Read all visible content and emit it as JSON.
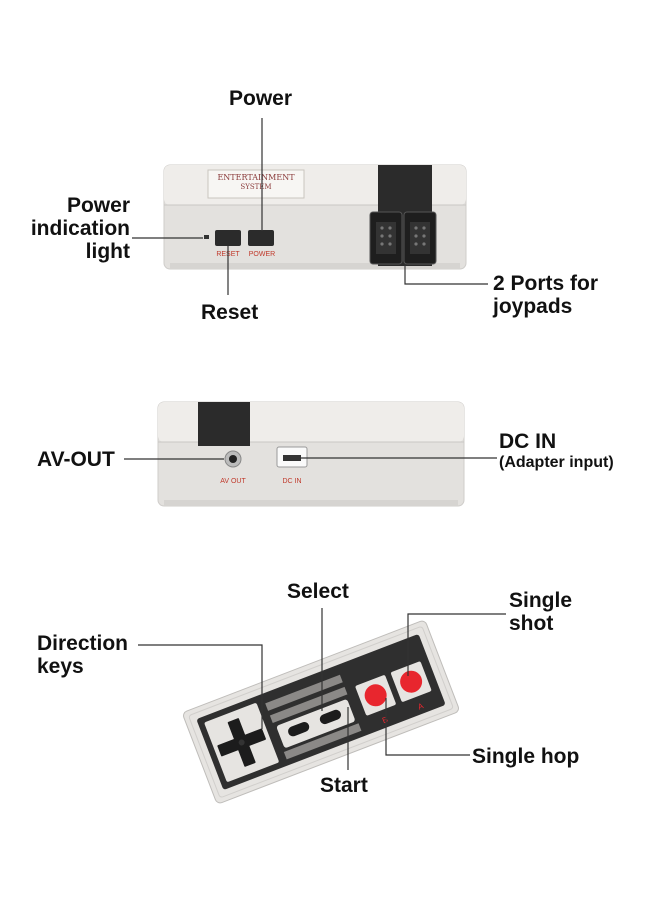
{
  "colors": {
    "console_body": "#e4e2df",
    "console_top": "#efedea",
    "dark_block": "#2b2b2b",
    "accent_red": "#e8262e",
    "label_text": "#111111"
  },
  "console_top_view": {
    "badge_line1": "ENTERTAINMENT",
    "badge_line2": "SYSTEM",
    "reset_marking": "RESET",
    "power_marking": "POWER",
    "label_power": "Power",
    "label_power_light": "Power\nindication\nlight",
    "label_reset": "Reset",
    "label_ports": "2 Ports for\njoypads"
  },
  "console_back_view": {
    "av_marking": "AV OUT",
    "dc_marking": "DC IN",
    "label_av_out": "AV-OUT",
    "label_dc_in": "DC IN",
    "label_adapter": "(Adapter input)"
  },
  "controller_view": {
    "b_marking": "B",
    "a_marking": "A",
    "label_select": "Select",
    "label_direction": "Direction\nkeys",
    "label_single_shot": "Single\nshot",
    "label_single_hop": "Single hop",
    "label_start": "Start"
  }
}
